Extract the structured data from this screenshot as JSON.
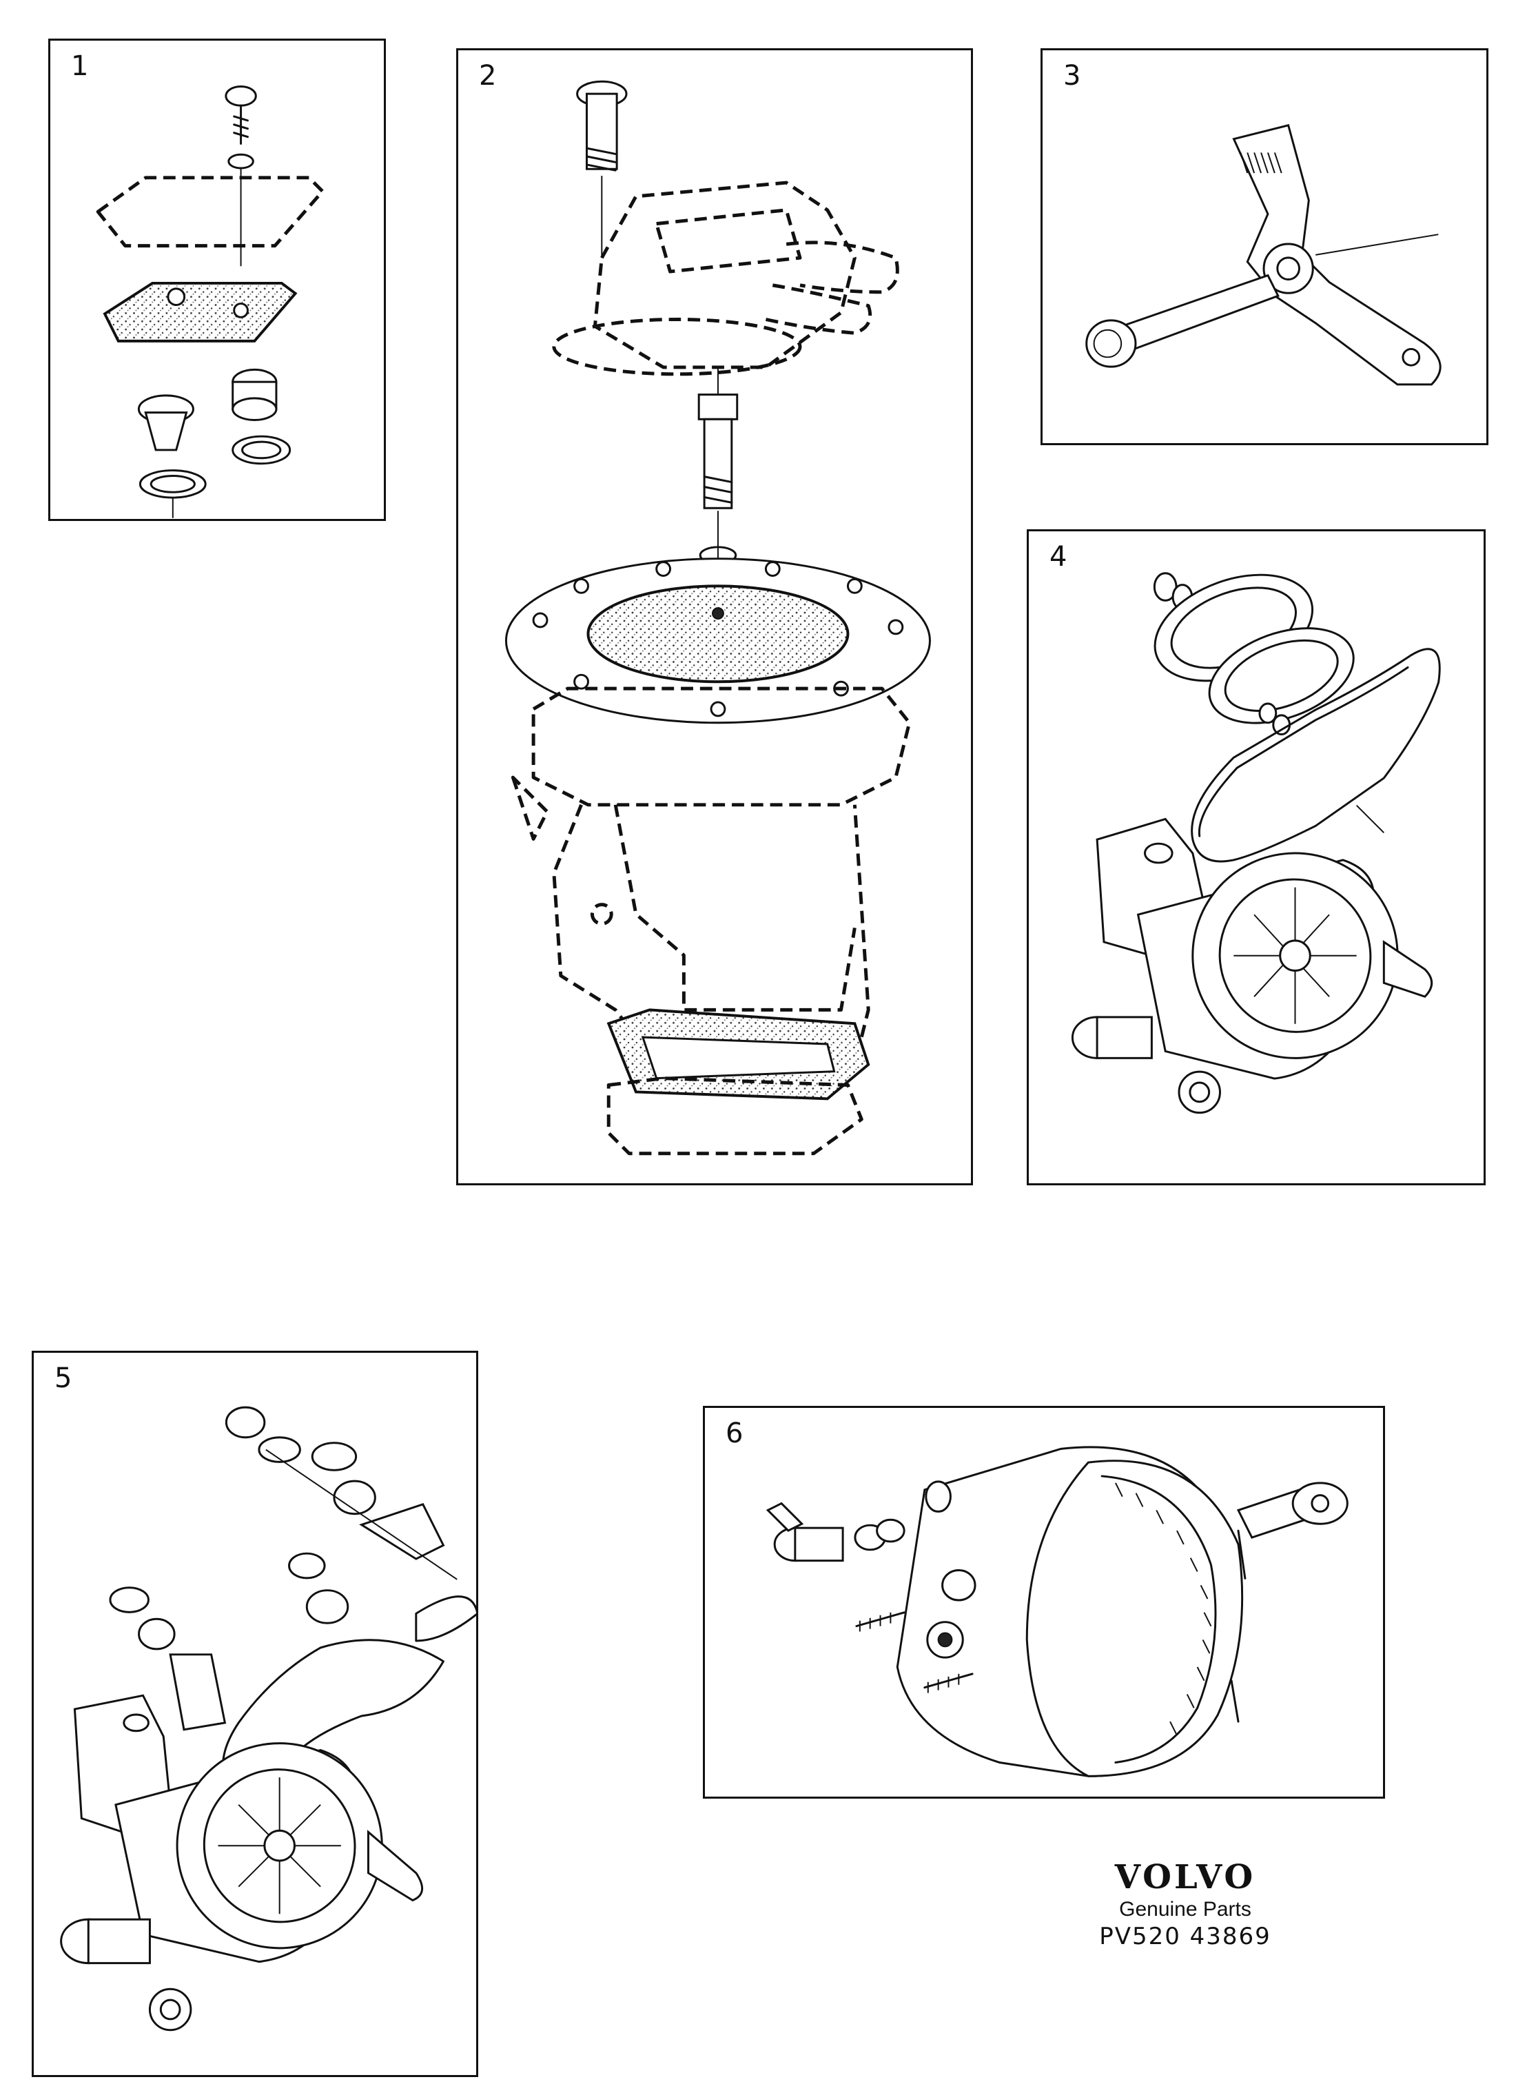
{
  "panels": [
    {
      "number": "1"
    },
    {
      "number": "2"
    },
    {
      "number": "3"
    },
    {
      "number": "4"
    },
    {
      "number": "5"
    },
    {
      "number": "6"
    }
  ],
  "brand": {
    "logo": "VOLVO",
    "tagline": "Genuine Parts",
    "code": "PV520 43869"
  }
}
